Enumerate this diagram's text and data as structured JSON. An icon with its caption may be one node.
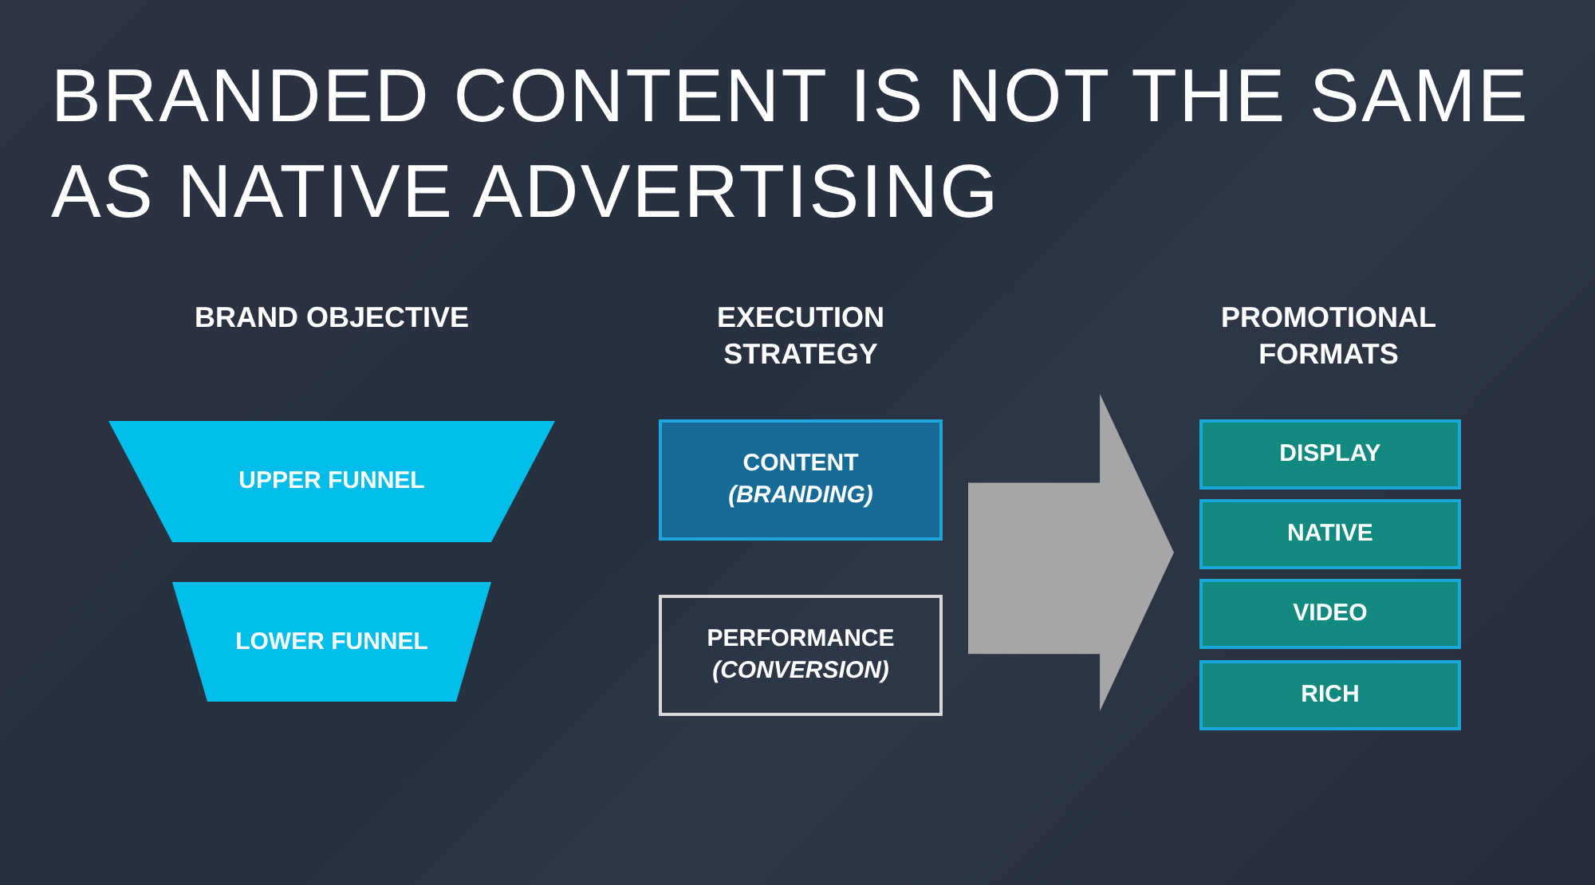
{
  "diagram": {
    "title": "BRANDED CONTENT IS NOT THE SAME AS NATIVE ADVERTISING",
    "nodes": [
      {
        "text": [
          "UPPER FUNNEL"
        ]
      },
      {
        "text": [
          "LOWER FUNNEL"
        ]
      },
      {
        "text": [
          "CONTENT *(BRANDING)*"
        ]
      },
      {
        "text": [
          "PERFORMANCE *(CONVERSION)*"
        ]
      },
      {
        "text": [],
        "shape": "arrow"
      },
      {
        "text": [
          "DISPLAY"
        ]
      },
      {
        "text": [
          "NATIVE"
        ]
      },
      {
        "text": [
          "VIDEO"
        ]
      },
      {
        "text": [
          "RICH"
        ]
      }
    ],
    "labels": [
      "BRAND OBJECTIVE",
      "EXECUTION STRATEGY",
      "PROMOTIONAL FORMATS"
    ]
  }
}
